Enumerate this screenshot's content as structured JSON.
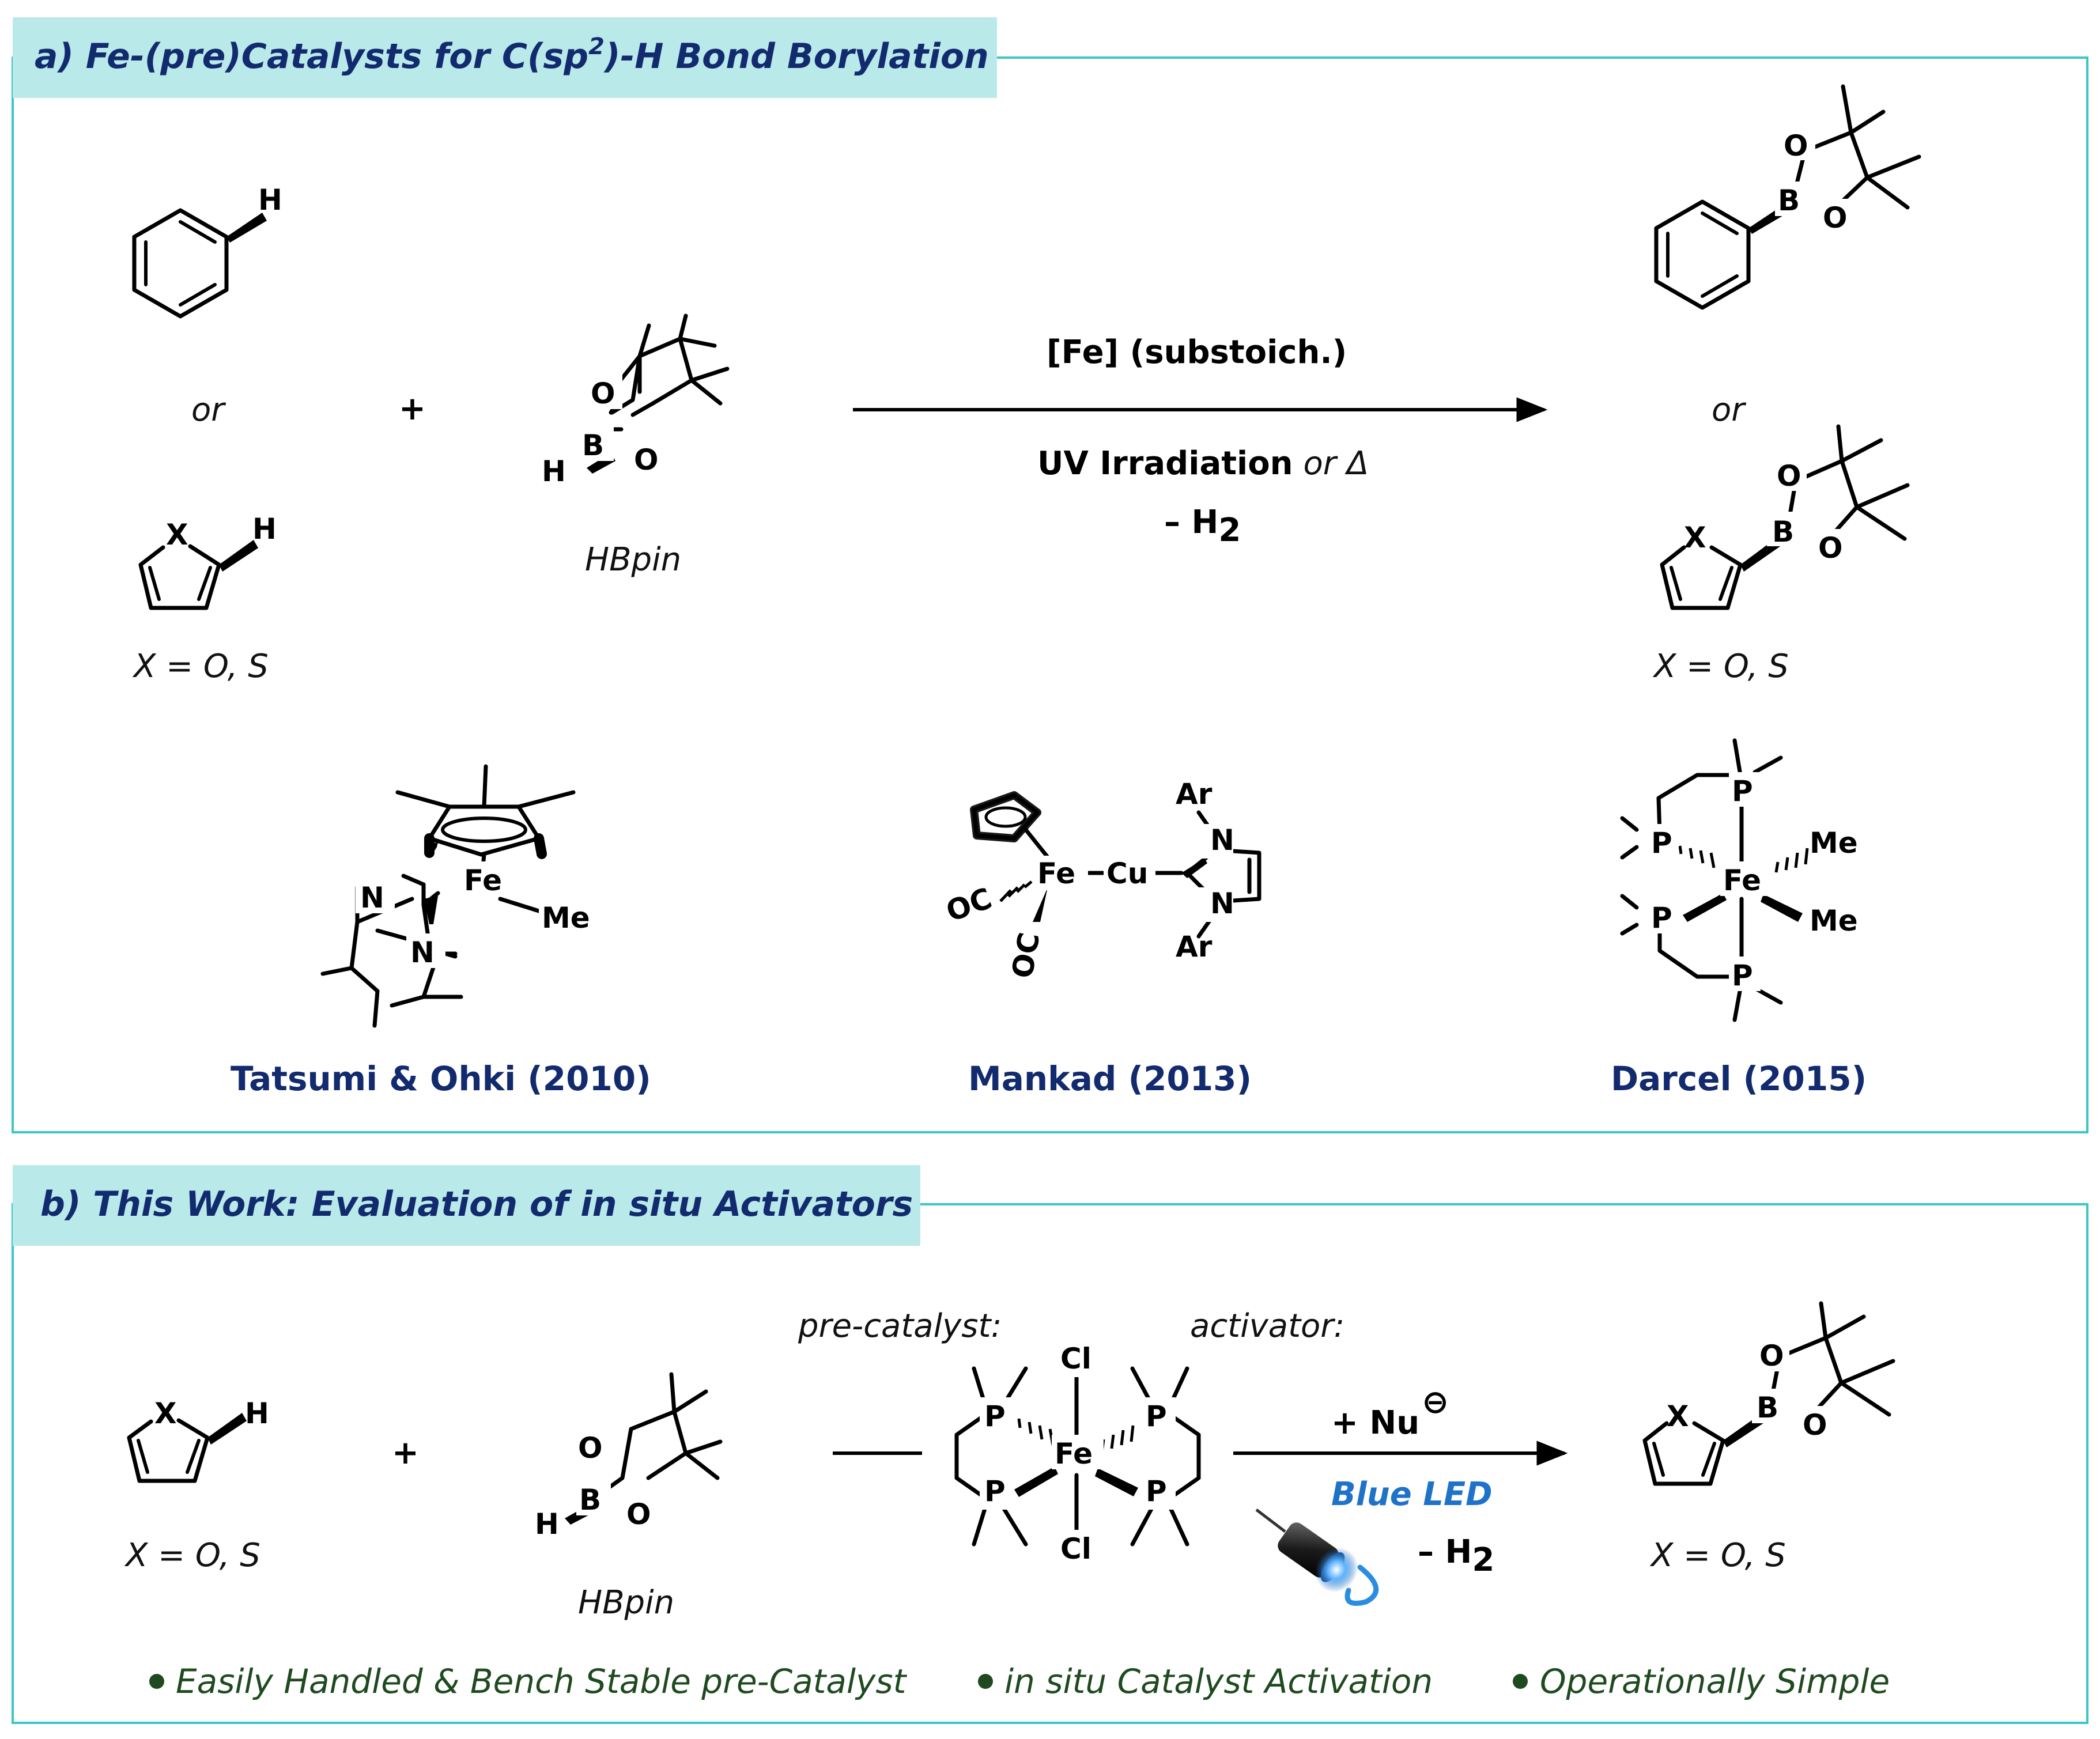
{
  "panel_a": {
    "header": "a) Fe-(pre)Catalysts for C(sp",
    "header_sup": "2",
    "header_tail": ")-H Bond Borylation",
    "or_left": "or",
    "plus": "+",
    "hbpin_label": "HBpin",
    "x_eq_left": "X = O, S",
    "condition_top": "[Fe] (substoich.)",
    "condition_bottom_bold": "UV Irradiation",
    "condition_bottom_or": "or",
    "condition_bottom_delta": "Δ",
    "minus_h2_prefix": "– H",
    "minus_h2_sub": "2",
    "or_right": "or",
    "x_eq_right": "X = O, S",
    "citations": [
      "Tatsumi & Ohki (2010)",
      "Mankad (2013)",
      "Darcel (2015)"
    ],
    "atoms": {
      "H": "H",
      "X": "X",
      "O": "O",
      "B": "B",
      "Fe": "Fe",
      "N": "N",
      "Me": "Me",
      "Cu": "Cu",
      "OC": "OC",
      "Ar": "Ar",
      "P": "P"
    }
  },
  "panel_b": {
    "header": "b) This Work: Evaluation of in situ Activators",
    "x_eq_left": "X = O, S",
    "plus": "+",
    "hbpin_label": "HBpin",
    "precatalyst_label": "pre-catalyst:",
    "activator_label": "activator:",
    "nu_label": "+ Nu",
    "nu_charge": "⊖",
    "blue_led": "Blue LED",
    "minus_h2_prefix": "– H",
    "minus_h2_sub": "2",
    "x_eq_right": "X = O, S",
    "atoms": {
      "Cl": "Cl",
      "Fe": "Fe",
      "P": "P"
    },
    "bullets": [
      "Easily Handled & Bench Stable pre-Catalyst",
      "in situ Catalyst Activation",
      "Operationally Simple"
    ]
  },
  "colors": {
    "header_bg": "#b9e9e9",
    "frame": "#3cc6c6",
    "citation": "#122a6e",
    "bullet_text": "#1f4a1f",
    "led_text": "#1e73c8"
  }
}
